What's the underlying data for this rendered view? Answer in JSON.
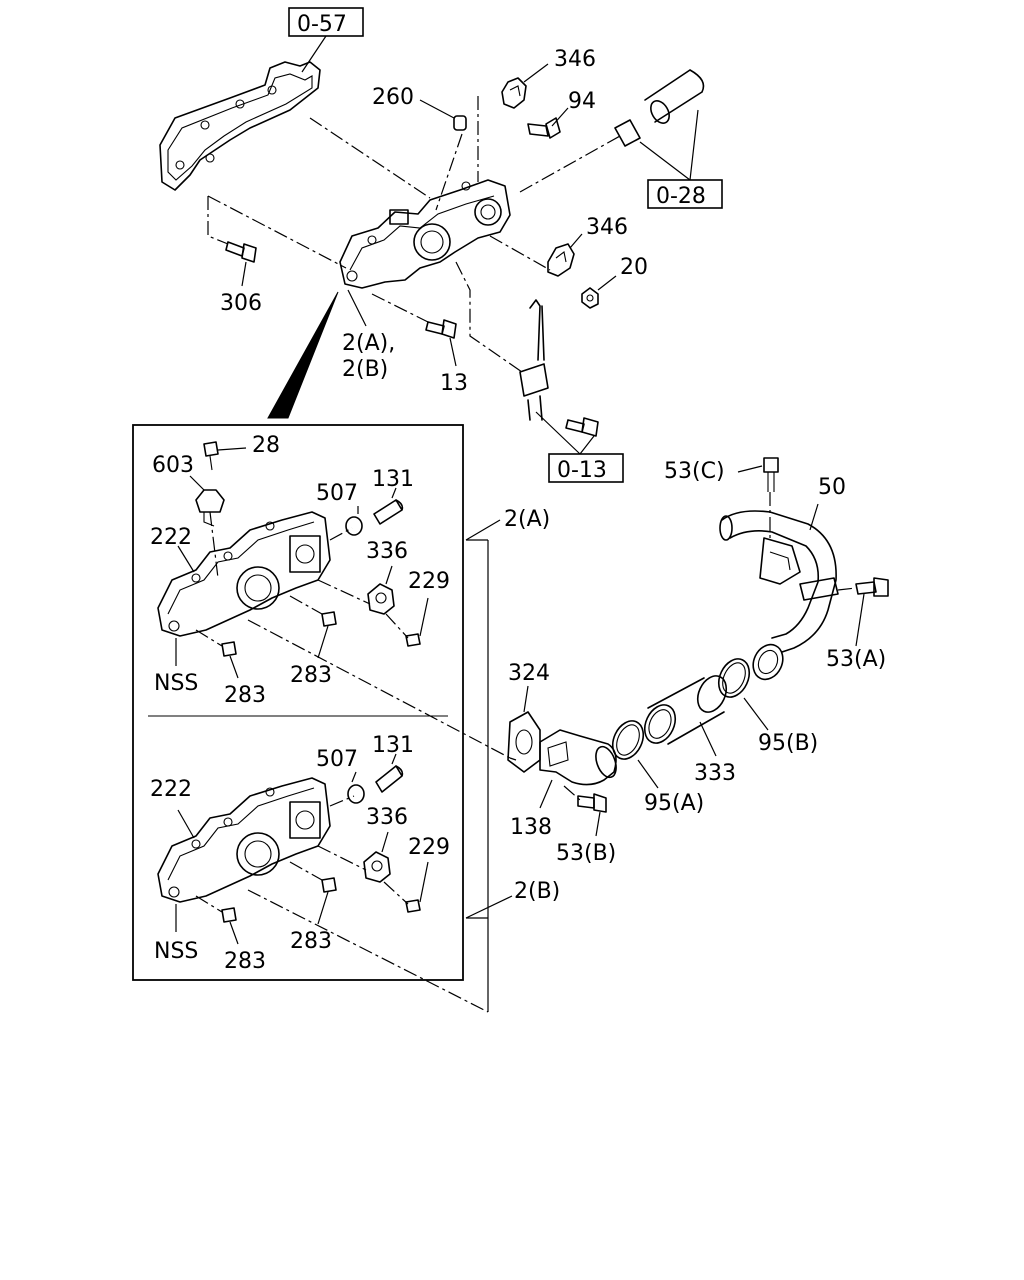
{
  "refs": {
    "r057": "0-57",
    "r028": "0-28",
    "r013": "0-13"
  },
  "labels": {
    "l346a": "346",
    "l94": "94",
    "l260": "260",
    "l346b": "346",
    "l20": "20",
    "l306": "306",
    "l2ab_1": "2(A),",
    "l2ab_2": "2(B)",
    "l13": "13",
    "l28": "28",
    "l603": "603",
    "l507a": "507",
    "l131a": "131",
    "l222a": "222",
    "l336a": "336",
    "l229a": "229",
    "l283a1": "283",
    "l283a2": "283",
    "lnssa": "NSS",
    "l2a": "2(A)",
    "l507b": "507",
    "l131b": "131",
    "l222b": "222",
    "l336b": "336",
    "l229b": "229",
    "l283b1": "283",
    "l283b2": "283",
    "lnssb": "NSS",
    "l2b": "2(B)",
    "l53c": "53(C)",
    "l50": "50",
    "l53a": "53(A)",
    "l324": "324",
    "l95b": "95(B)",
    "l333": "333",
    "l95a": "95(A)",
    "l138": "138",
    "l53b": "53(B)"
  }
}
